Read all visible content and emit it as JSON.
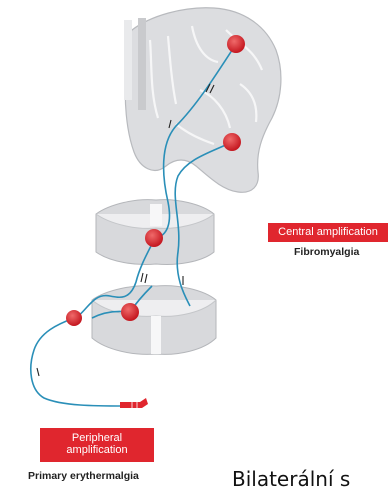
{
  "labels": {
    "central_tag": "Central amplification",
    "central_sub": "Fibromyalgia",
    "peripheral_tag_line1": "Peripheral",
    "peripheral_tag_line2": "amplification",
    "peripheral_sub": "Primary erythermalgia"
  },
  "caption": "Bilaterální s",
  "colors": {
    "accent_red": "#e0262e",
    "nerve_blue": "#2a8fb8",
    "tissue_gray": "#dcdde0"
  }
}
